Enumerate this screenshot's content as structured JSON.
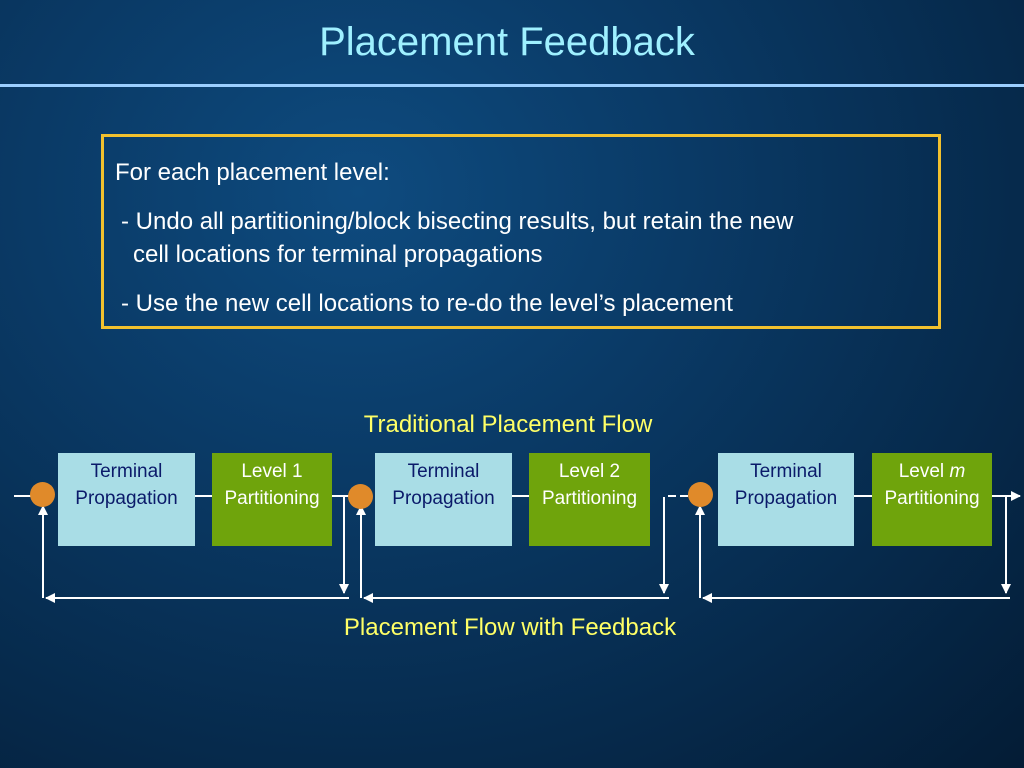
{
  "slide": {
    "title": "Placement Feedback"
  },
  "box": {
    "heading": "For each placement level:",
    "bullet1_line1": "- Undo all partitioning/block bisecting results, but retain the new",
    "bullet1_line2": "cell locations for terminal propagations",
    "bullet2": "- Use the new cell locations to re-do the level’s placement"
  },
  "diagram": {
    "caption_top": "Traditional Placement Flow",
    "caption_bottom": "Placement Flow with Feedback",
    "stages": [
      {
        "tp_line1": "Terminal",
        "tp_line2": "Propagation",
        "lp_line1": "Level 1",
        "lp_line2": "Partitioning"
      },
      {
        "tp_line1": "Terminal",
        "tp_line2": "Propagation",
        "lp_line1": "Level 2",
        "lp_line2": "Partitioning"
      },
      {
        "tp_line1": "Terminal",
        "tp_line2": "Propagation",
        "lp_line1_prefix": "Level ",
        "lp_line1_var": "m",
        "lp_line2": "Partitioning"
      }
    ],
    "colors": {
      "terminal_block": "#a9dde6",
      "partition_block": "#6fa40c",
      "node": "#e08a2a",
      "caption": "#ffff66",
      "box_border": "#f2c12e"
    }
  }
}
